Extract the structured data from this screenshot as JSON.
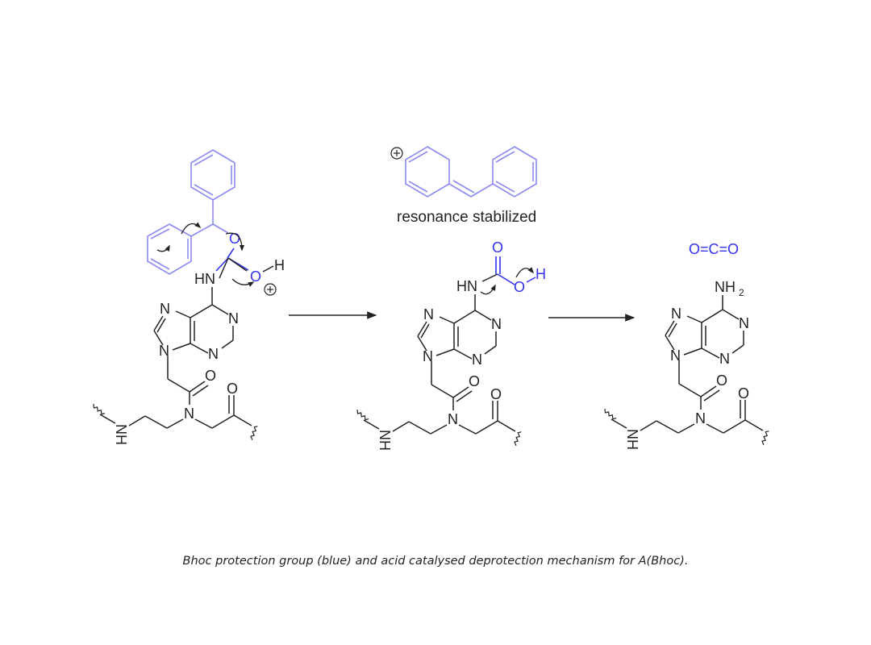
{
  "caption": "Bhoc protection group (blue) and acid catalysed deprotection mechanism for A(Bhoc).",
  "resonance_label": "resonance stabilized",
  "atoms": {
    "N": "N",
    "O": "O",
    "H": "H",
    "HN": "HN",
    "NH": "NH",
    "NH2_N": "NH",
    "sub2": "2",
    "plus": "+",
    "co2": "O=C=O"
  },
  "colors": {
    "bhoc": "#3333ee",
    "bhoc_ring": "#8a8af0",
    "bond": "#222222"
  },
  "icons": [
    "curved-arrow-icon",
    "reaction-arrow-icon",
    "plus-charge-icon",
    "wavy-bond-icon"
  ]
}
